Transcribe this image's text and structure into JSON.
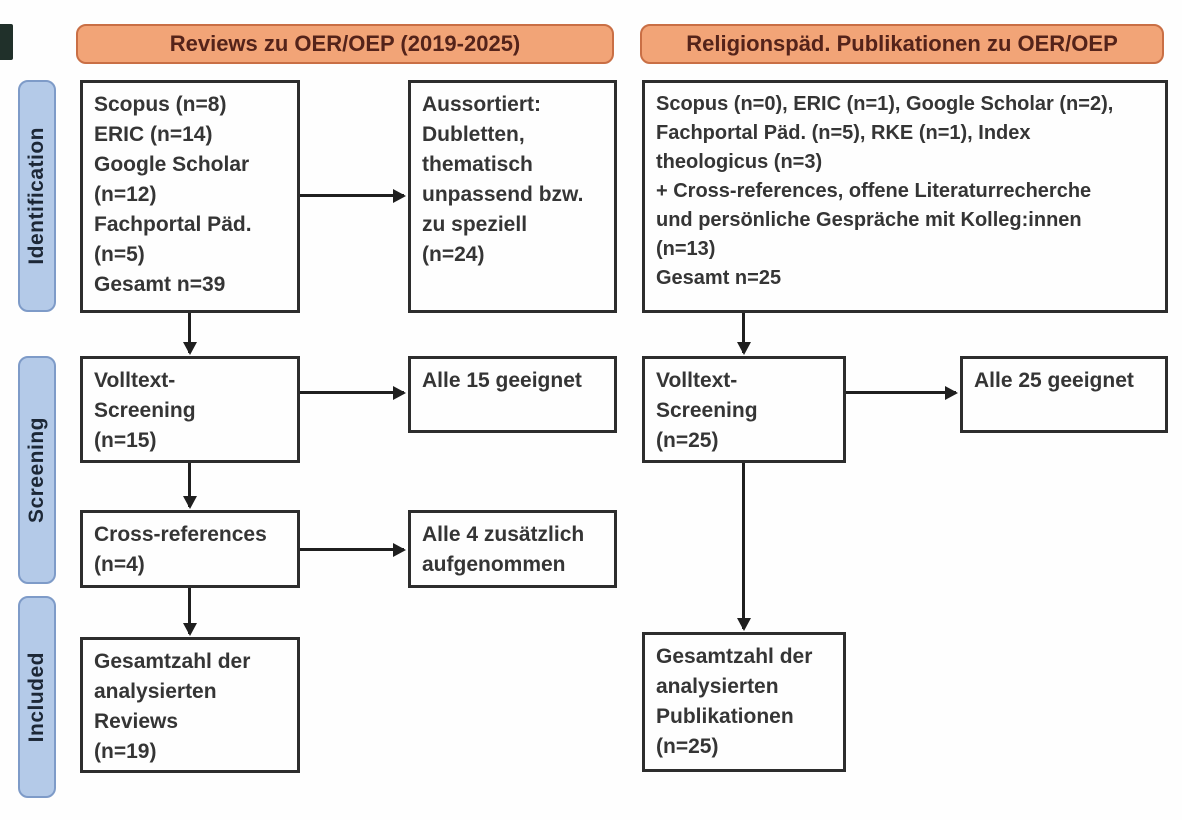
{
  "headers": {
    "left": "Reviews zu OER/OEP (2019-2025)",
    "right": "Religionspäd. Publikationen zu OER/OEP"
  },
  "stages": {
    "identification": "Identification",
    "screening": "Screening",
    "included": "Included"
  },
  "left_column": {
    "identification_box": "Scopus (n=8)\nERIC (n=14)\nGoogle Scholar\n(n=12)\nFachportal Päd.\n(n=5)\nGesamt n=39",
    "excluded_box": "Aussortiert:\nDubletten,\nthematisch\nunpassend bzw.\nzu speziell\n(n=24)",
    "screening_box": "Volltext-\nScreening\n(n=15)",
    "screening_result_box": "Alle 15 geeignet",
    "crossref_box": "Cross-references\n(n=4)",
    "crossref_result_box": "Alle 4 zusätzlich\naufgenommen",
    "included_box": "Gesamtzahl der\nanalysierten\nReviews\n(n=19)"
  },
  "right_column": {
    "identification_box": "Scopus (n=0), ERIC (n=1), Google Scholar (n=2),\nFachportal Päd. (n=5), RKE (n=1), Index\ntheologicus (n=3)\n+ Cross-references, offene Literaturrecherche\nund persönliche Gespräche mit Kolleg:innen\n(n=13)\nGesamt n=25",
    "screening_box": "Volltext-\nScreening\n(n=25)",
    "screening_result_box": "Alle 25 geeignet",
    "included_box": "Gesamtzahl der\nanalysierten\nPublikationen\n(n=25)"
  },
  "colors": {
    "header_fill": "#f2a477",
    "header_border": "#c96f45",
    "header_text": "#54231a",
    "stage_fill": "#b4cae8",
    "stage_border": "#7e9bc8",
    "box_border": "#2d2d2d",
    "box_text": "#353535",
    "arrow": "#1f1f1f"
  }
}
